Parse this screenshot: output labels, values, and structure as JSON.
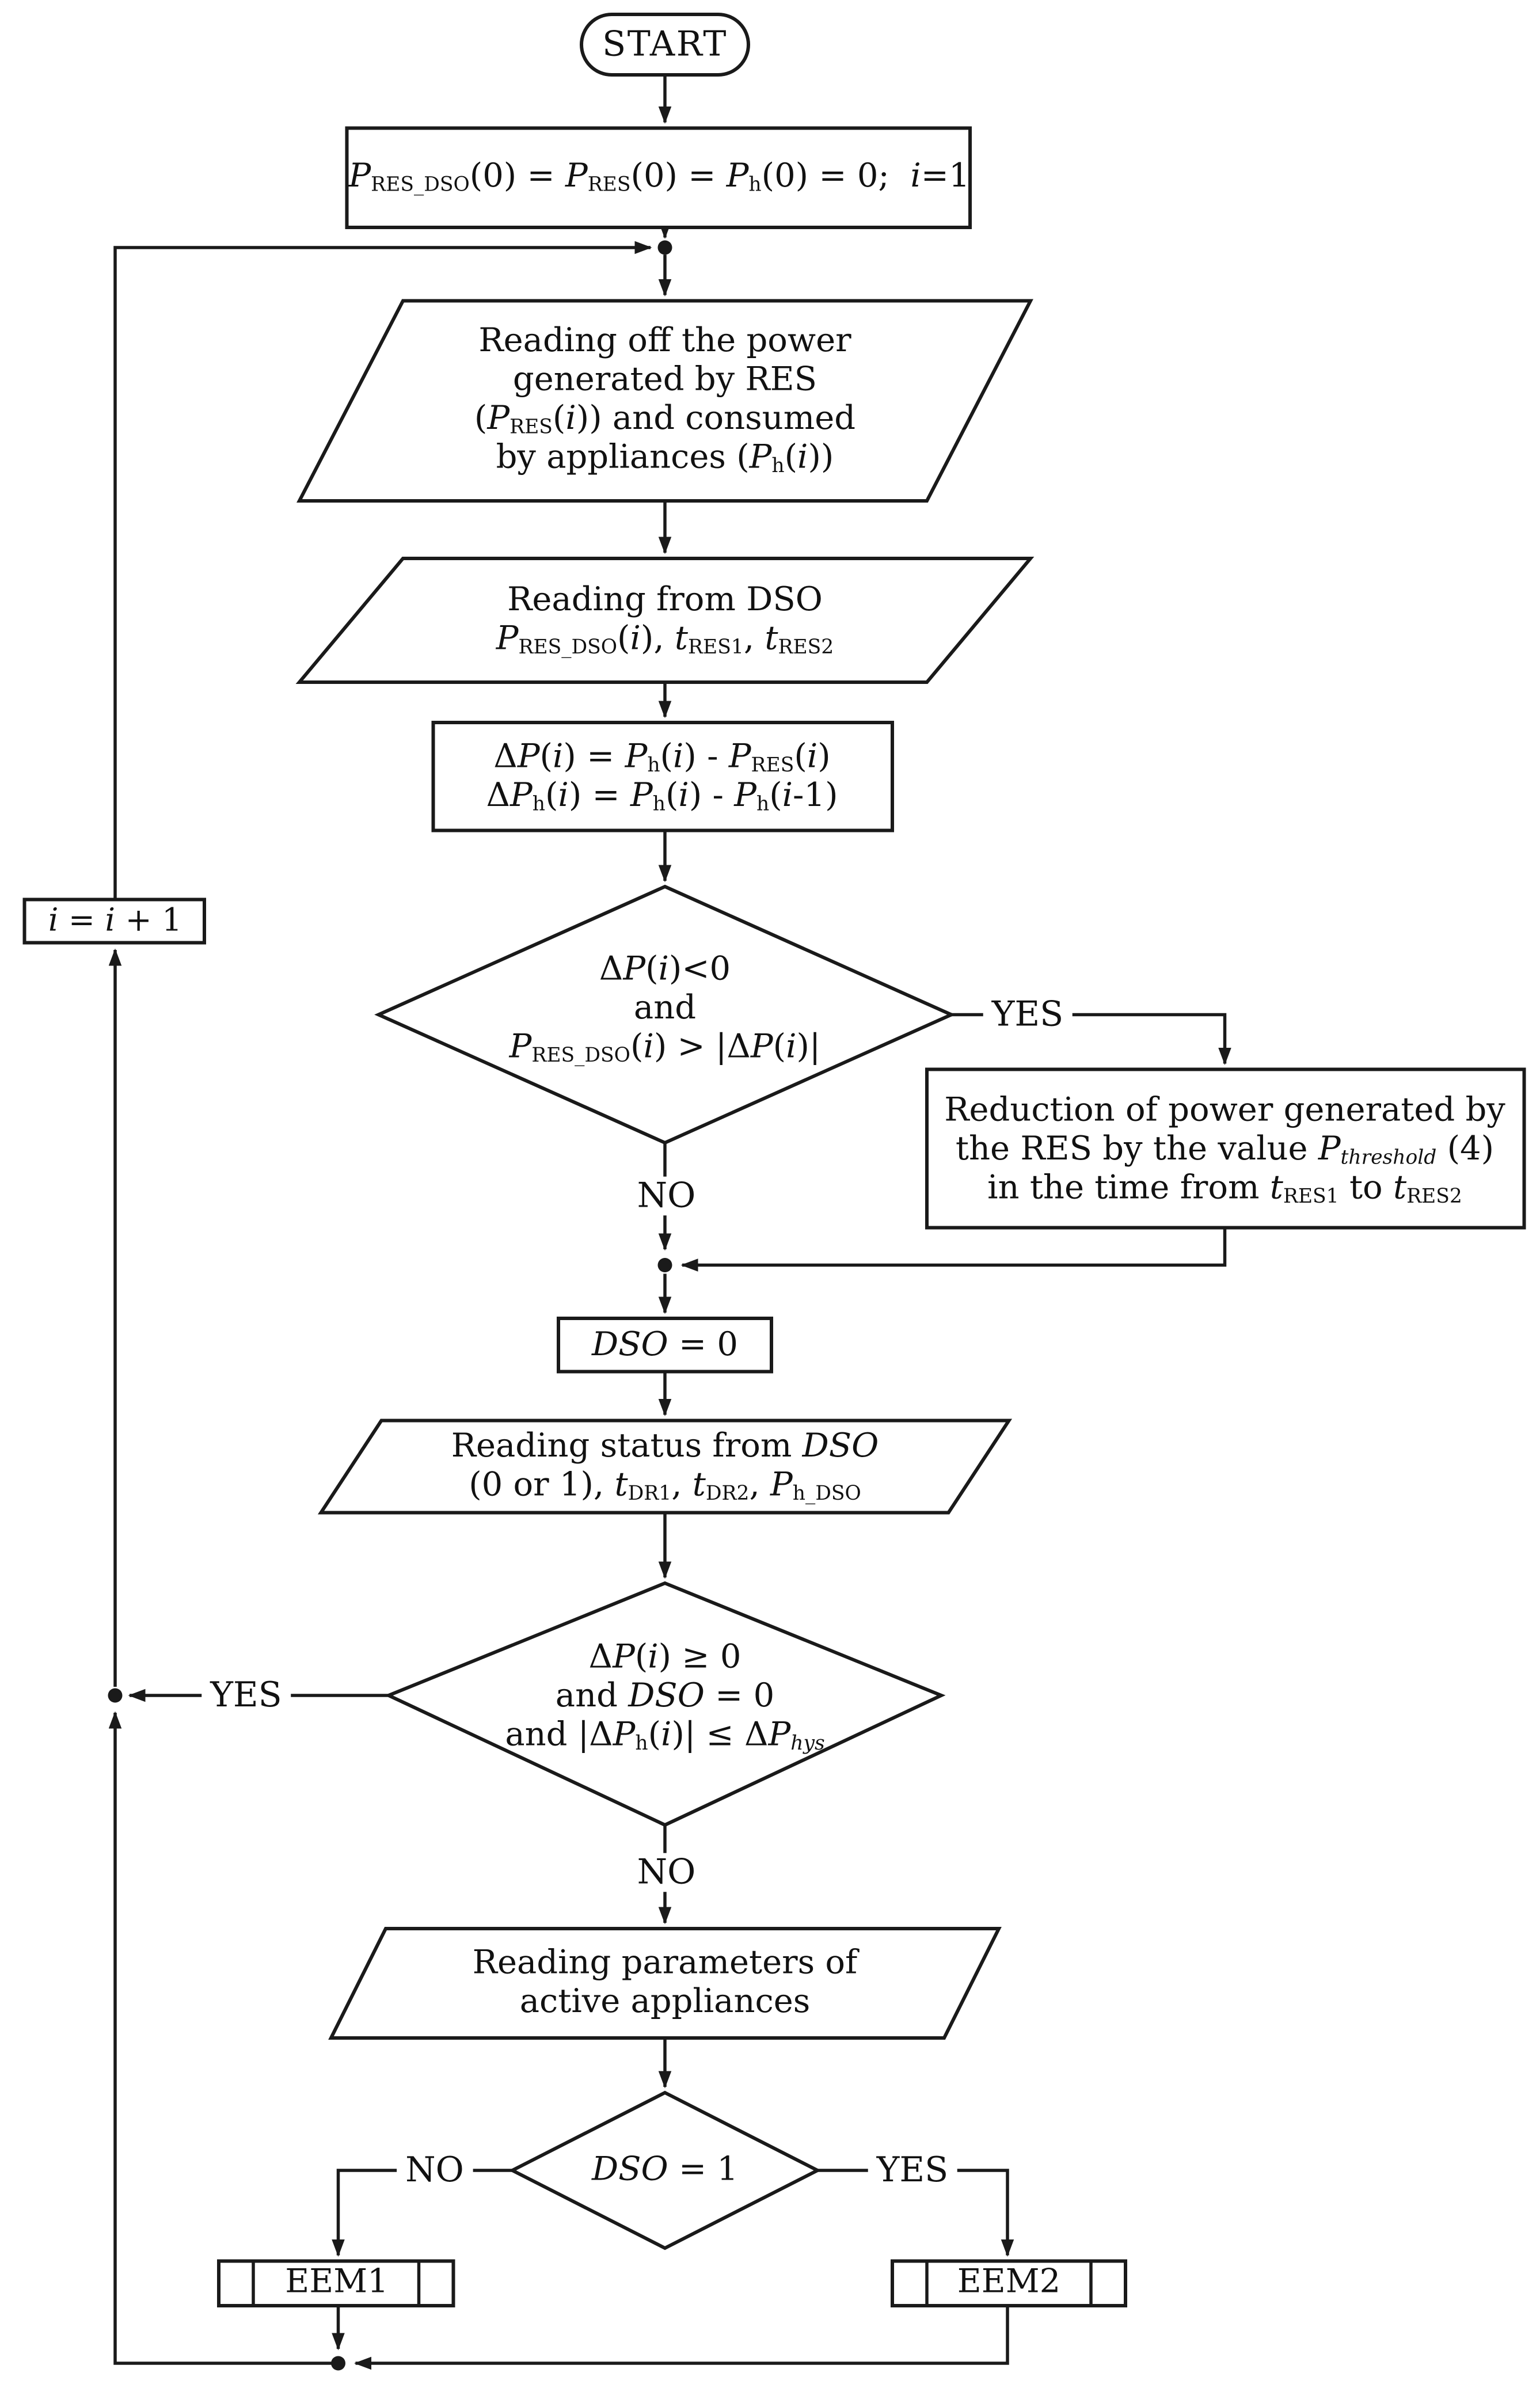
{
  "figure": {
    "background_color": "#ffffff",
    "line_color": "#1a1a1a",
    "nodes": {
      "start": {
        "type": "terminator",
        "label": "START"
      },
      "init": {
        "type": "process",
        "label_html": "<i>P</i><sub>RES_DSO</sub>(0) = <i>P</i><sub>RES</sub>(0) = <i>P</i><sub>h</sub>(0) = 0;&nbsp; <i>i</i>=1"
      },
      "read_power": {
        "type": "data-input",
        "label_html": "Reading off the power<br>generated by RES<br>(<i>P</i><sub>RES</sub>(<i>i</i>)) and consumed<br>by appliances (<i>P</i><sub>h</sub>(<i>i</i>))"
      },
      "read_dso": {
        "type": "data-input",
        "label_html": "Reading from DSO<br><i>P</i><sub>RES_DSO</sub>(<i>i</i>), <i>t</i><sub>RES1</sub>, <i>t</i><sub>RES2</sub>"
      },
      "delta_calc": {
        "type": "process",
        "label_html": "&#916;<i>P</i>(<i>i</i>) = <i>P</i><sub>h</sub>(<i>i</i>) - <i>P</i><sub>RES</sub>(<i>i</i>)<br>&#916;<i>P</i><sub>h</sub>(<i>i</i>) = <i>P</i><sub>h</sub>(<i>i</i>) - <i>P</i><sub>h</sub>(<i>i</i>-1)"
      },
      "decision_reduction": {
        "type": "decision",
        "label_html": "&#916;<i>P</i>(<i>i</i>)&lt;0<br>and<br><i>P</i><sub>RES_DSO</sub>(<i>i</i>) &gt; |&#916;<i>P</i>(<i>i</i>)|"
      },
      "reduction": {
        "type": "process",
        "label_html": "Reduction of power generated by<br>the RES by the value <i>P</i><sub><i>threshold</i></sub> (4)<br>in the time from <i>t</i><sub>RES1</sub> to <i>t</i><sub>RES2</sub>"
      },
      "dso_reset": {
        "type": "process",
        "label_html": "<i>DSO</i> = 0"
      },
      "read_status": {
        "type": "data-input",
        "label_html": "Reading status from <i>DSO</i><br>(0 or 1), <i>t</i><sub>DR1</sub>, <i>t</i><sub>DR2</sub>, <i>P</i><sub>h_DSO</sub>"
      },
      "decision_hysteresis": {
        "type": "decision",
        "label_html": "&#916;<i>P</i>(<i>i</i>) &#8805; 0<br>and <i>DSO</i> = 0<br>and |&#916;<i>P</i><sub>h</sub>(<i>i</i>)| &#8804; &#916;<i>P</i><sub><i>hys</i></sub>"
      },
      "read_params": {
        "type": "data-input",
        "label_html": "Reading parameters of<br>active appliances"
      },
      "decision_dso": {
        "type": "decision",
        "label_html": "<i>DSO</i> = 1"
      },
      "eem1": {
        "type": "predefined-process",
        "label": "EEM1"
      },
      "eem2": {
        "type": "predefined-process",
        "label": "EEM2"
      },
      "increment": {
        "type": "process",
        "label_html": "<i>i</i> = <i>i</i> + 1"
      }
    },
    "edge_labels": {
      "d1_yes": "YES",
      "d1_no": "NO",
      "d2_yes": "YES",
      "d2_no": "NO",
      "d3_no": "NO",
      "d3_yes": "YES"
    }
  }
}
